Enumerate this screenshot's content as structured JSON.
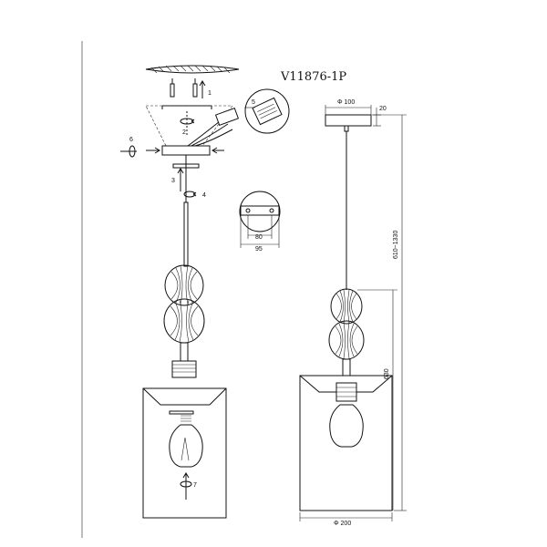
{
  "sheet": {
    "model": "V11876-1P"
  },
  "steps": [
    "1",
    "2",
    "3",
    "4",
    "5",
    "6",
    "7"
  ],
  "dimensions": {
    "canopy_diameter": "Φ 100",
    "canopy_height": "20",
    "hole_spacing": "80",
    "plate_width": "95",
    "overall_height": "610~1330",
    "body_height": "630",
    "shade_diameter": "Φ 200"
  }
}
